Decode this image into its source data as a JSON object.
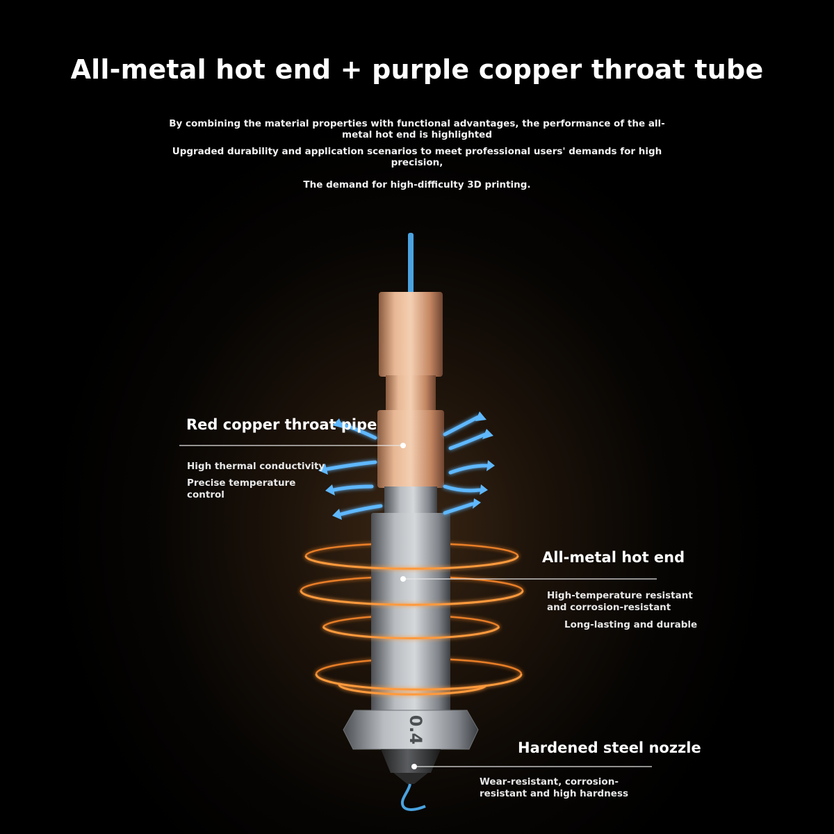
{
  "title": "All-metal hot end + purple copper throat tube",
  "intro": [
    "By combining the material properties with functional advantages, the performance of the all-metal hot end is highlighted",
    "Upgraded durability and application scenarios to meet professional users' demands for high precision,",
    "The demand for high-difficulty 3D printing."
  ],
  "callouts": {
    "copper": {
      "heading": "Red copper throat pipe",
      "line1": "High thermal conductivity",
      "line2": "Precise temperature control"
    },
    "hotend": {
      "heading": "All-metal hot end",
      "line1": "High-temperature resistant and corrosion-resistant",
      "line2": "Long-lasting and durable"
    },
    "nozzle": {
      "heading": "Hardened steel nozzle",
      "line1": "Wear-resistant, corrosion-resistant and high hardness",
      "size_mark": "0.4"
    }
  },
  "colors": {
    "copper": "#d9a07a",
    "steel": "#9a9ea3",
    "filament": "#4aa3e0",
    "heat_ring": "#ff8a2a",
    "airflow": "#5fb8ff"
  }
}
